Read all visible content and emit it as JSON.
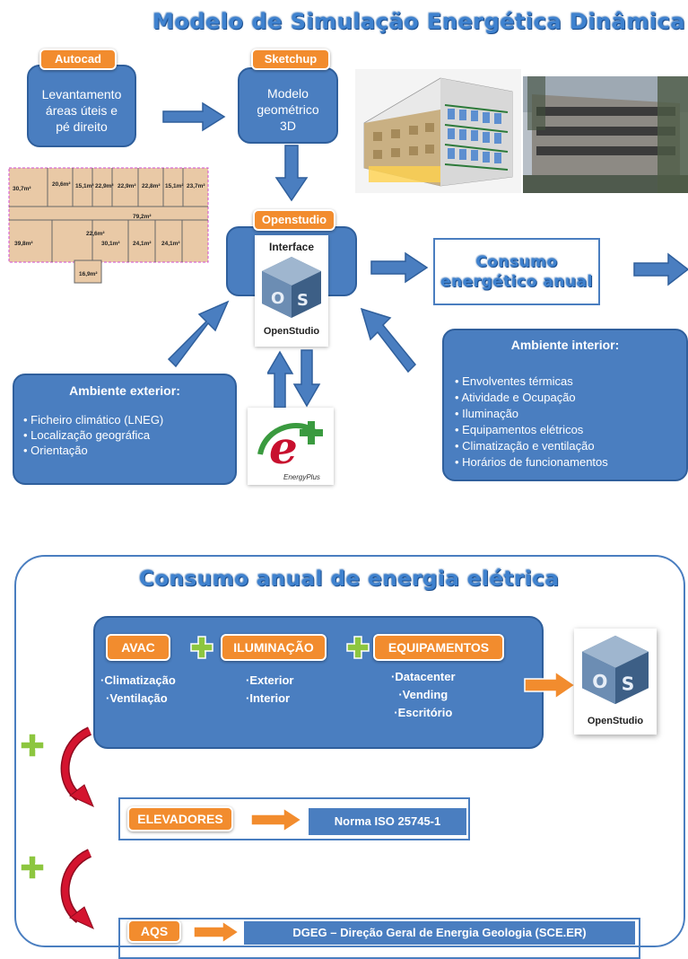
{
  "top": {
    "title": "Modelo de Simulação Energética Dinâmica",
    "autocad": {
      "tag": "Autocad",
      "text": [
        "Levantamento",
        "áreas úteis e",
        "pé direito"
      ]
    },
    "sketchup": {
      "tag": "Sketchup",
      "text": [
        "Modelo",
        "geométrico",
        "3D"
      ]
    },
    "openstudio": {
      "tag": "Openstudio",
      "interface": "Interface",
      "logo_label": "OpenStudio"
    },
    "energyplus": {
      "label": "EnergyPlus"
    },
    "consumo": [
      "Consumo",
      "energético anual"
    ],
    "floorplan_rooms": [
      "30,7m²",
      "20,6m²",
      "15,1m²",
      "22,9m²",
      "22,9m²",
      "22,8m²",
      "15,1m²",
      "23,7m²",
      "79,2m²",
      "39,8m²",
      "22,6m²",
      "30,1m²",
      "24,1m²",
      "24,1m²",
      "16,9m²"
    ],
    "exterior": {
      "title": "Ambiente exterior",
      "items": [
        "Ficheiro climático (LNEG)",
        "Localização geográfica",
        "Orientação"
      ]
    },
    "interior": {
      "title": "Ambiente interior:",
      "items": [
        "Envolventes térmicas",
        "Atividade e Ocupação",
        "Iluminação",
        "Equipamentos elétricos",
        "Climatização e ventilação",
        "Horários de funcionamentos"
      ]
    }
  },
  "bottom": {
    "title": "Consumo anual de energia elétrica",
    "avac": {
      "tag": "AVAC",
      "items": [
        "·Climatização",
        "·Ventilação"
      ]
    },
    "iluminacao": {
      "tag": "ILUMINAÇÃO",
      "items": [
        "·Exterior",
        "·Interior"
      ]
    },
    "equipamentos": {
      "tag": "EQUIPAMENTOS",
      "items": [
        "·Datacenter",
        "·Vending",
        "·Escritório"
      ]
    },
    "openstudio_label": "OpenStudio",
    "elevadores": {
      "tag": "ELEVADORES",
      "norma": "Norma ISO 25745-1"
    },
    "aqs": {
      "tag": "AQS",
      "dgeg": "DGEG – Direção Geral de Energia  Geologia (SCE.ER)"
    }
  },
  "colors": {
    "blue": "#4a7ec0",
    "orange": "#f28c2e",
    "green": "#8dc63f",
    "red": "#c8102e"
  }
}
